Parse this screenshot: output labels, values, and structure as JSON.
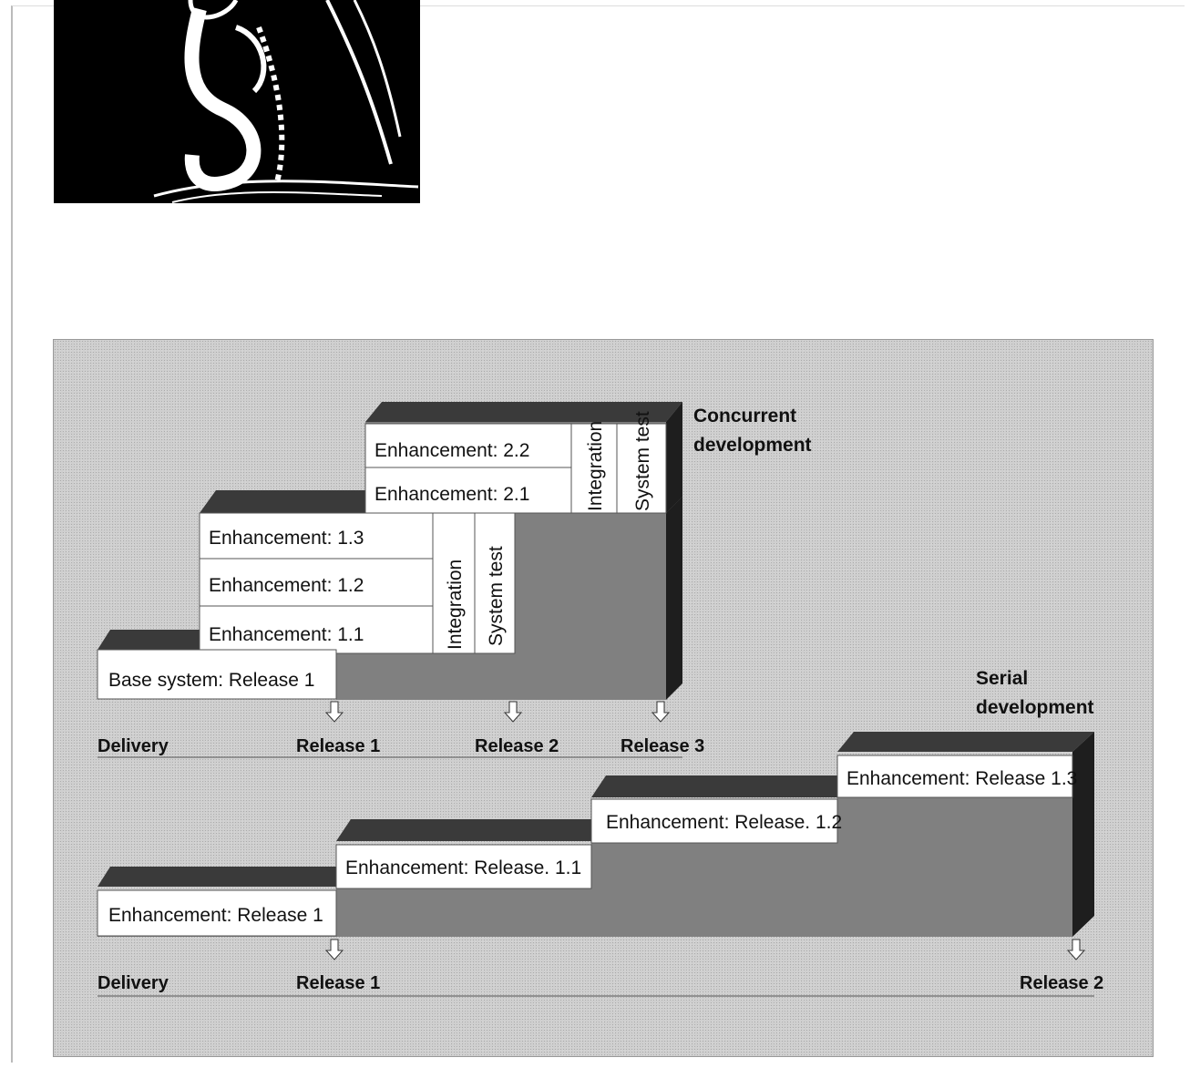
{
  "concurrent": {
    "heading_line1": "Concurrent",
    "heading_line2": "development",
    "boxes": {
      "base": "Base system: Release 1",
      "e11": "Enhancement: 1.1",
      "e12": "Enhancement: 1.2",
      "e13": "Enhancement: 1.3",
      "e21": "Enhancement: 2.1",
      "e22": "Enhancement: 2.2",
      "integration1": "Integration",
      "systemtest1": "System test",
      "integration2": "Integration",
      "systemtest2": "System test"
    },
    "axis": {
      "delivery": "Delivery",
      "release1": "Release 1",
      "release2": "Release 2",
      "release3": "Release 3"
    }
  },
  "serial": {
    "heading_line1": "Serial",
    "heading_line2": "development",
    "boxes": {
      "r1": "Enhancement: Release 1",
      "r11": "Enhancement: Release. 1.1",
      "r12": "Enhancement: Release. 1.2",
      "r13": "Enhancement: Release 1.3"
    },
    "axis": {
      "delivery": "Delivery",
      "release1": "Release 1",
      "release2": "Release 2"
    }
  },
  "colors": {
    "block_front": "#808080",
    "block_top": "#3a3a3a",
    "block_side": "#1e1e1e",
    "label_box": "#ffffff",
    "logo_bg": "#000000"
  }
}
